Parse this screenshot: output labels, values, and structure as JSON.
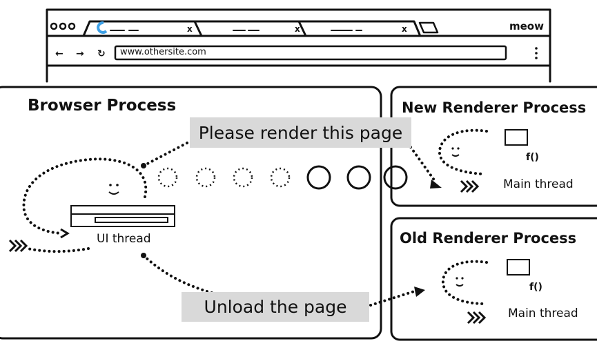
{
  "browser_window": {
    "url": "www.othersite.com",
    "profile_name": "meow",
    "tabs": [
      {
        "active": true
      },
      {
        "active": false
      },
      {
        "active": false
      }
    ],
    "icons": [
      "window-controls-icon",
      "loading-spinner-icon",
      "close-tab-icon",
      "new-tab-icon",
      "back-icon",
      "forward-icon",
      "reload-icon",
      "menu-icon"
    ]
  },
  "browser_process": {
    "title": "Browser Process",
    "thread_label": "UI thread",
    "request_message": "Please render this page",
    "unload_message": "Unload the page"
  },
  "new_renderer": {
    "title": "New Renderer Process",
    "thread_label": "Main thread"
  },
  "old_renderer": {
    "title": "Old Renderer Process",
    "thread_label": "Main thread"
  },
  "colors": {
    "message_box": "#d9d9d9",
    "spinner": "#3da0e6",
    "ink": "#111111"
  }
}
